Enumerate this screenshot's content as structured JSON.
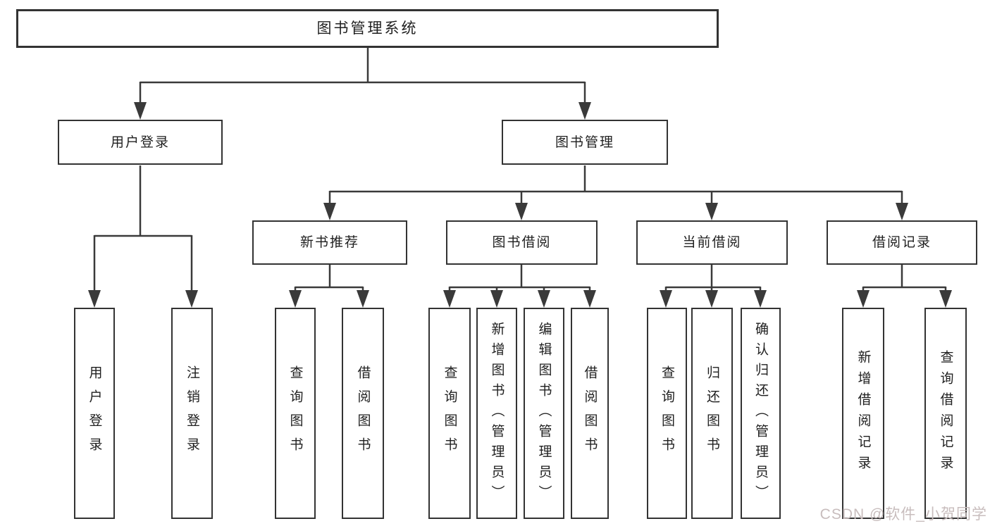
{
  "tree": {
    "root": {
      "label": "图书管理系统",
      "children": [
        {
          "label": "用户登录",
          "children": [
            {
              "label": "用户登录"
            },
            {
              "label": "注销登录"
            }
          ]
        },
        {
          "label": "图书管理",
          "children": [
            {
              "label": "新书推荐",
              "children": [
                {
                  "label": "查询图书"
                },
                {
                  "label": "借阅图书"
                }
              ]
            },
            {
              "label": "图书借阅",
              "children": [
                {
                  "label": "查询图书"
                },
                {
                  "label": "新增图书（管理员）"
                },
                {
                  "label": "编辑图书（管理员）"
                },
                {
                  "label": "借阅图书"
                }
              ]
            },
            {
              "label": "当前借阅",
              "children": [
                {
                  "label": "查询图书"
                },
                {
                  "label": "归还图书"
                },
                {
                  "label": "确认归还（管理员）"
                }
              ]
            },
            {
              "label": "借阅记录",
              "children": [
                {
                  "label": "新增借阅记录"
                },
                {
                  "label": "查询借阅记录"
                }
              ]
            }
          ]
        }
      ]
    }
  },
  "watermark": {
    "text": "CSDN @软件_小贺同学"
  },
  "colors": {
    "line": "#3a3a3a",
    "box_border": "#333333",
    "text": "#1f1f1f",
    "background": "#ffffff",
    "watermark": "#c8bdbd"
  }
}
